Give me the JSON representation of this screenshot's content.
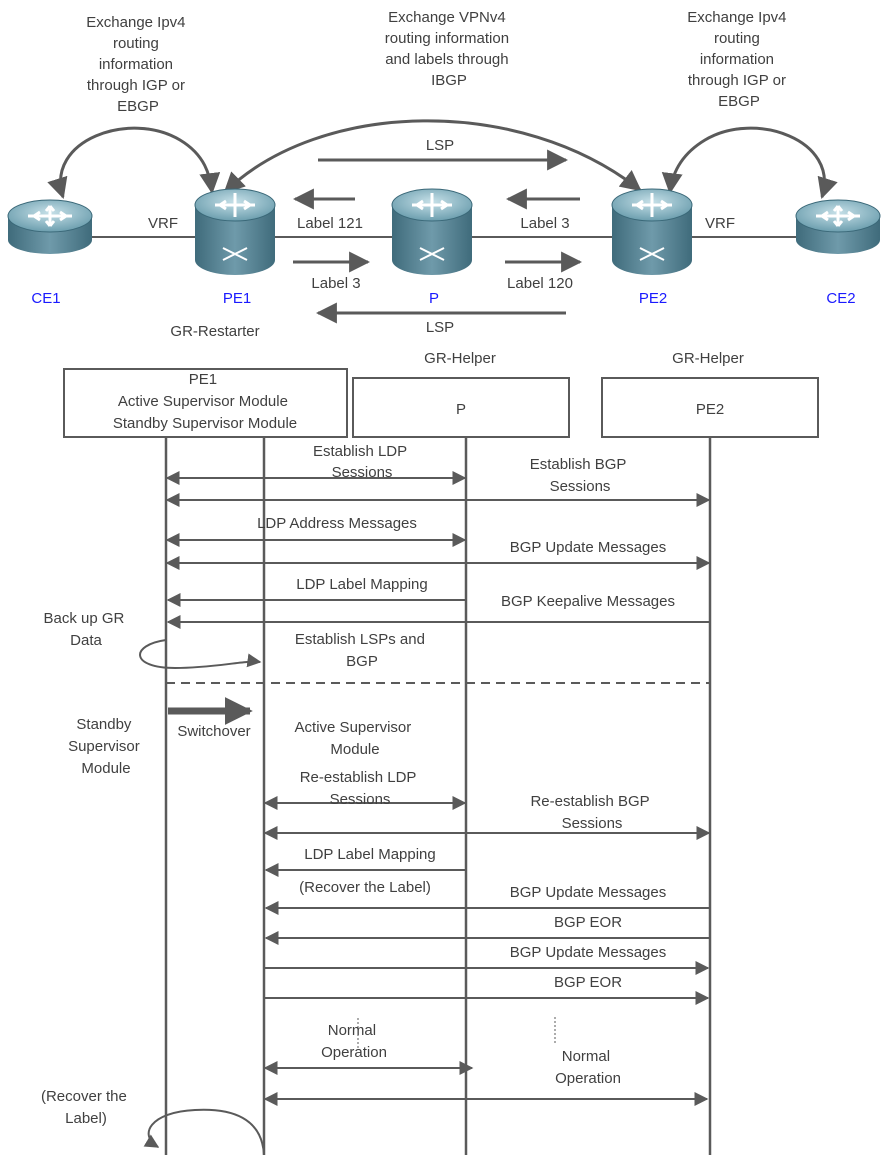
{
  "colors": {
    "line": "#5a5a5a",
    "text": "#404040",
    "device_label": "#1a1aff",
    "router_body": "#4a7a8c",
    "router_top": "#9cc3d0",
    "router_rim": "#2f5a6a"
  },
  "topology": {
    "note_left": [
      "Exchange Ipv4",
      "routing",
      "information",
      "through IGP or",
      "EBGP"
    ],
    "note_center": [
      "Exchange VPNv4",
      "routing information",
      "and labels through",
      "IBGP"
    ],
    "note_right": [
      "Exchange Ipv4",
      "routing",
      "information",
      "through IGP or",
      "EBGP"
    ],
    "lsp_top": "LSP",
    "lsp_bottom": "LSP",
    "vrf_left": "VRF",
    "vrf_right": "VRF",
    "label_121": "Label 121",
    "label_3_left": "Label 3",
    "label_3_right": "Label 3",
    "label_120": "Label 120",
    "devices": {
      "ce1": "CE1",
      "pe1": "PE1",
      "p": "P",
      "pe2": "PE2",
      "ce2": "CE2"
    },
    "role_pe1": "GR-Restarter"
  },
  "sequence": {
    "role_p": "GR-Helper",
    "role_pe2": "GR-Helper",
    "box_pe1": [
      "PE1",
      "Active Supervisor Module",
      "Standby Supervisor Module"
    ],
    "box_p": "P",
    "box_pe2": "PE2",
    "msg_establish_ldp": [
      "Establish LDP",
      "Sessions"
    ],
    "msg_establish_bgp": [
      "Establish BGP",
      "Sessions"
    ],
    "msg_ldp_address": "LDP Address Messages",
    "msg_bgp_update_1": "BGP Update Messages",
    "msg_ldp_label_mapping_1": "LDP Label Mapping",
    "msg_bgp_keepalive": "BGP Keepalive Messages",
    "note_backup": [
      "Back up GR",
      "Data"
    ],
    "note_establish_lsps": [
      "Establish LSPs and",
      "BGP"
    ],
    "note_standby": [
      "Standby",
      "Supervisor",
      "Module"
    ],
    "msg_switchover": "Switchover",
    "note_active": [
      "Active Supervisor",
      "Module"
    ],
    "msg_reestablish_ldp": [
      "Re-establish LDP",
      "Sessions"
    ],
    "msg_reestablish_bgp": [
      "Re-establish BGP",
      "Sessions"
    ],
    "msg_ldp_label_mapping_2": "LDP Label Mapping",
    "note_recover_label": "(Recover the Label)",
    "msg_bgp_update_2": "BGP Update Messages",
    "msg_bgp_eor_1": "BGP EOR",
    "msg_bgp_update_3": "BGP Update Messages",
    "msg_bgp_eor_2": "BGP EOR",
    "note_normal_left": [
      "Normal",
      "Operation"
    ],
    "note_normal_right": [
      "Normal",
      "Operation"
    ],
    "note_recover_label_2": [
      "(Recover the",
      "Label)"
    ]
  }
}
